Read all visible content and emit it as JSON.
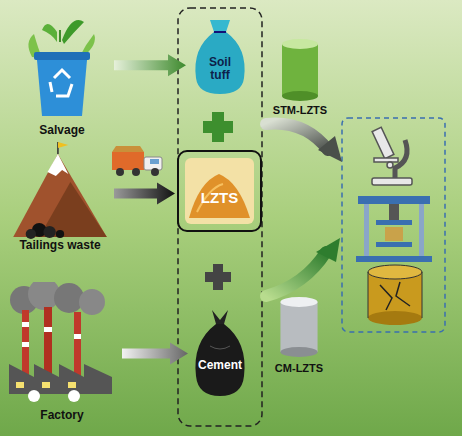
{
  "diagram": {
    "nodes": [
      {
        "text": [
          "Salvage"
        ]
      },
      {
        "text": [
          "Soil tuff"
        ]
      },
      {
        "text": [
          "STM-LZTS"
        ]
      },
      {
        "text": [
          "Tailings waste"
        ]
      },
      {
        "text": [
          "LZTS"
        ]
      },
      {
        "text": [
          "Factory"
        ]
      },
      {
        "text": [
          "Cement"
        ]
      },
      {
        "text": [
          "CM-LZTS"
        ]
      }
    ],
    "edges": [
      {
        "from": 0,
        "to": 1,
        "arrow": "to"
      },
      {
        "from": 3,
        "to": 4,
        "arrow": "to"
      },
      {
        "from": 5,
        "to": 6,
        "arrow": "to"
      }
    ]
  }
}
